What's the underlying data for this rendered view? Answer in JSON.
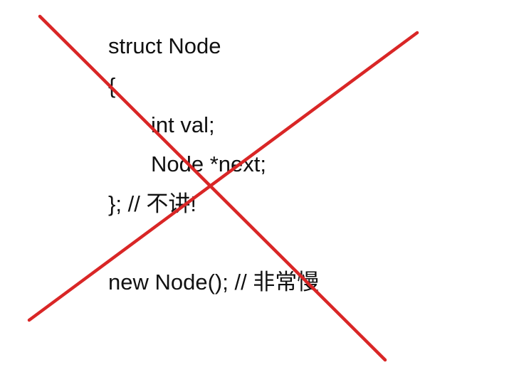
{
  "code": {
    "lines": [
      "struct Node",
      "{",
      "int val;",
      "Node *next;",
      "}; // 不讲!",
      "new Node(); // 非常慢"
    ]
  },
  "cross_mark": {
    "color": "#d92626"
  }
}
